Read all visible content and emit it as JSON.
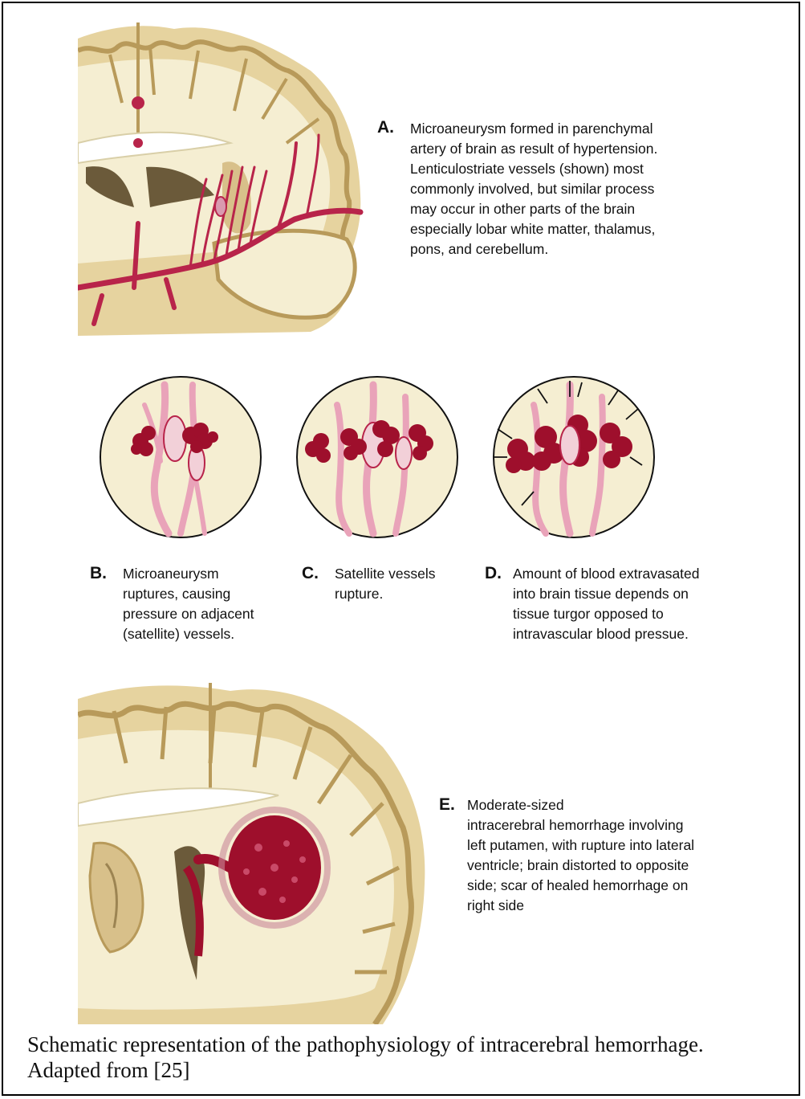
{
  "panels": {
    "a": {
      "letter": "A.",
      "text": "Microaneurysm formed in parenchymal\nartery of brain as result of hypertension.\nLenticulostriate vessels (shown) most\ncommonly involved, but similar process\nmay occur in other parts of the brain\nespecially lobar white matter, thalamus,\npons, and cerebellum."
    },
    "b": {
      "letter": "B.",
      "text": "Microaneurysm\nruptures, causing\npressure on adjacent\n(satellite) vessels."
    },
    "c": {
      "letter": "C.",
      "text": "Satellite vessels\nrupture."
    },
    "d": {
      "letter": "D.",
      "text": "Amount of blood extravasated\ninto brain tissue depends on\ntissue turgor opposed to\nintravascular blood pressue."
    },
    "e": {
      "letter": "E.",
      "text": "Moderate-sized\nintracerebral hemorrhage involving\nleft putamen, with rupture into lateral\nventricle; brain distorted to opposite\nside; scar of healed hemorrhage on\nright side"
    }
  },
  "caption": "Schematic representation of the pathophysiology of intracerebral hemorrhage.\nAdapted from [25]",
  "colors": {
    "brain_tissue": "#f4ecc8",
    "cortex": "#e3cf9a",
    "vessel": "#b8244a",
    "blood": "#9e0f2c",
    "ventricle": "#6b5a3a"
  }
}
